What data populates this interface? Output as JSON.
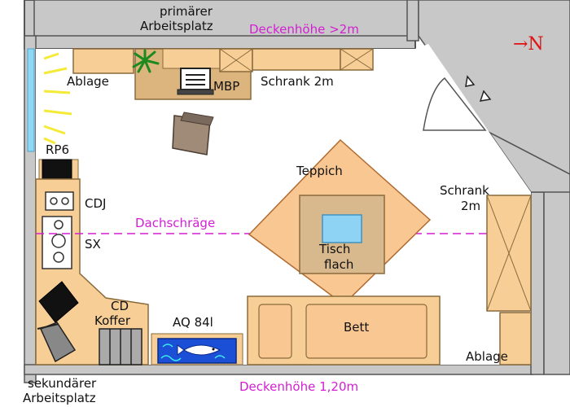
{
  "labels": {
    "primary_workplace_line1": "primärer",
    "primary_workplace_line2": "Arbeitsplatz",
    "ceiling_high": "Deckenhöhe >2m",
    "north_arrow": "→N",
    "shelf_top": "Ablage",
    "macbook": "MBP",
    "cabinet_top": "Schrank 2m",
    "robot": "RP6",
    "rug": "Teppich",
    "cabinet_right_line1": "Schrank",
    "cabinet_right_line2": "2m",
    "cd_player": "CDJ",
    "roof_slope": "Dachschräge",
    "mixer": "SX",
    "table_line1": "Tisch",
    "table_line2": "flach",
    "cd_case_line1": "CD",
    "cd_case_line2": "Koffer",
    "aquarium": "AQ 84l",
    "bed": "Bett",
    "shelf_bottom": "Ablage",
    "secondary_workplace_line1": "sekundärer",
    "secondary_workplace_line2": "Arbeitsplatz",
    "ceiling_low": "Deckenhöhe 1,20m"
  },
  "colors": {
    "wall": "#c8c8c8",
    "wall_outline": "#555555",
    "furniture_fill": "#f7cf96",
    "furniture_stroke": "#8a6a3c",
    "desk_fill": "#dcb47e",
    "rug_fill": "#f9c792",
    "table_fill": "#d8b88d",
    "water": "#8fd3f4",
    "window": "#8fd8f5",
    "annotation": "#d21fd2",
    "north": "#e01010",
    "light_rays": "#f4ea38"
  }
}
